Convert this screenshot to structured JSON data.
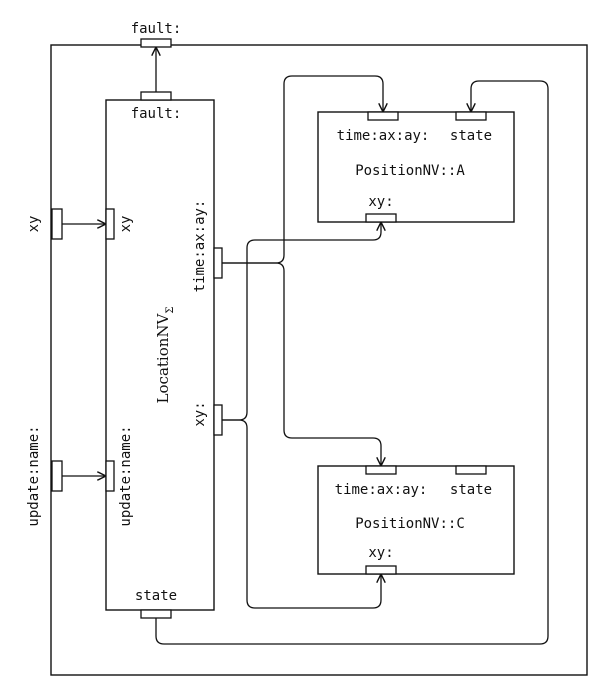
{
  "outer": {
    "fault_label": "fault:",
    "xy_label": "xy",
    "update_label": "update:name:"
  },
  "location": {
    "title_main": "LocationNV",
    "title_sub": "Σ",
    "fault_label": "fault:",
    "xy_label": "xy",
    "update_label": "update:name:",
    "time_label": "time:ax:ay:",
    "xy_out_label": "xy:",
    "state_label": "state"
  },
  "position_a": {
    "title": "PositionNV::A",
    "time_label": "time:ax:ay:",
    "state_label": "state",
    "xy_label": "xy:"
  },
  "position_c": {
    "title": "PositionNV::C",
    "time_label": "time:ax:ay:",
    "state_label": "state",
    "xy_label": "xy:"
  }
}
